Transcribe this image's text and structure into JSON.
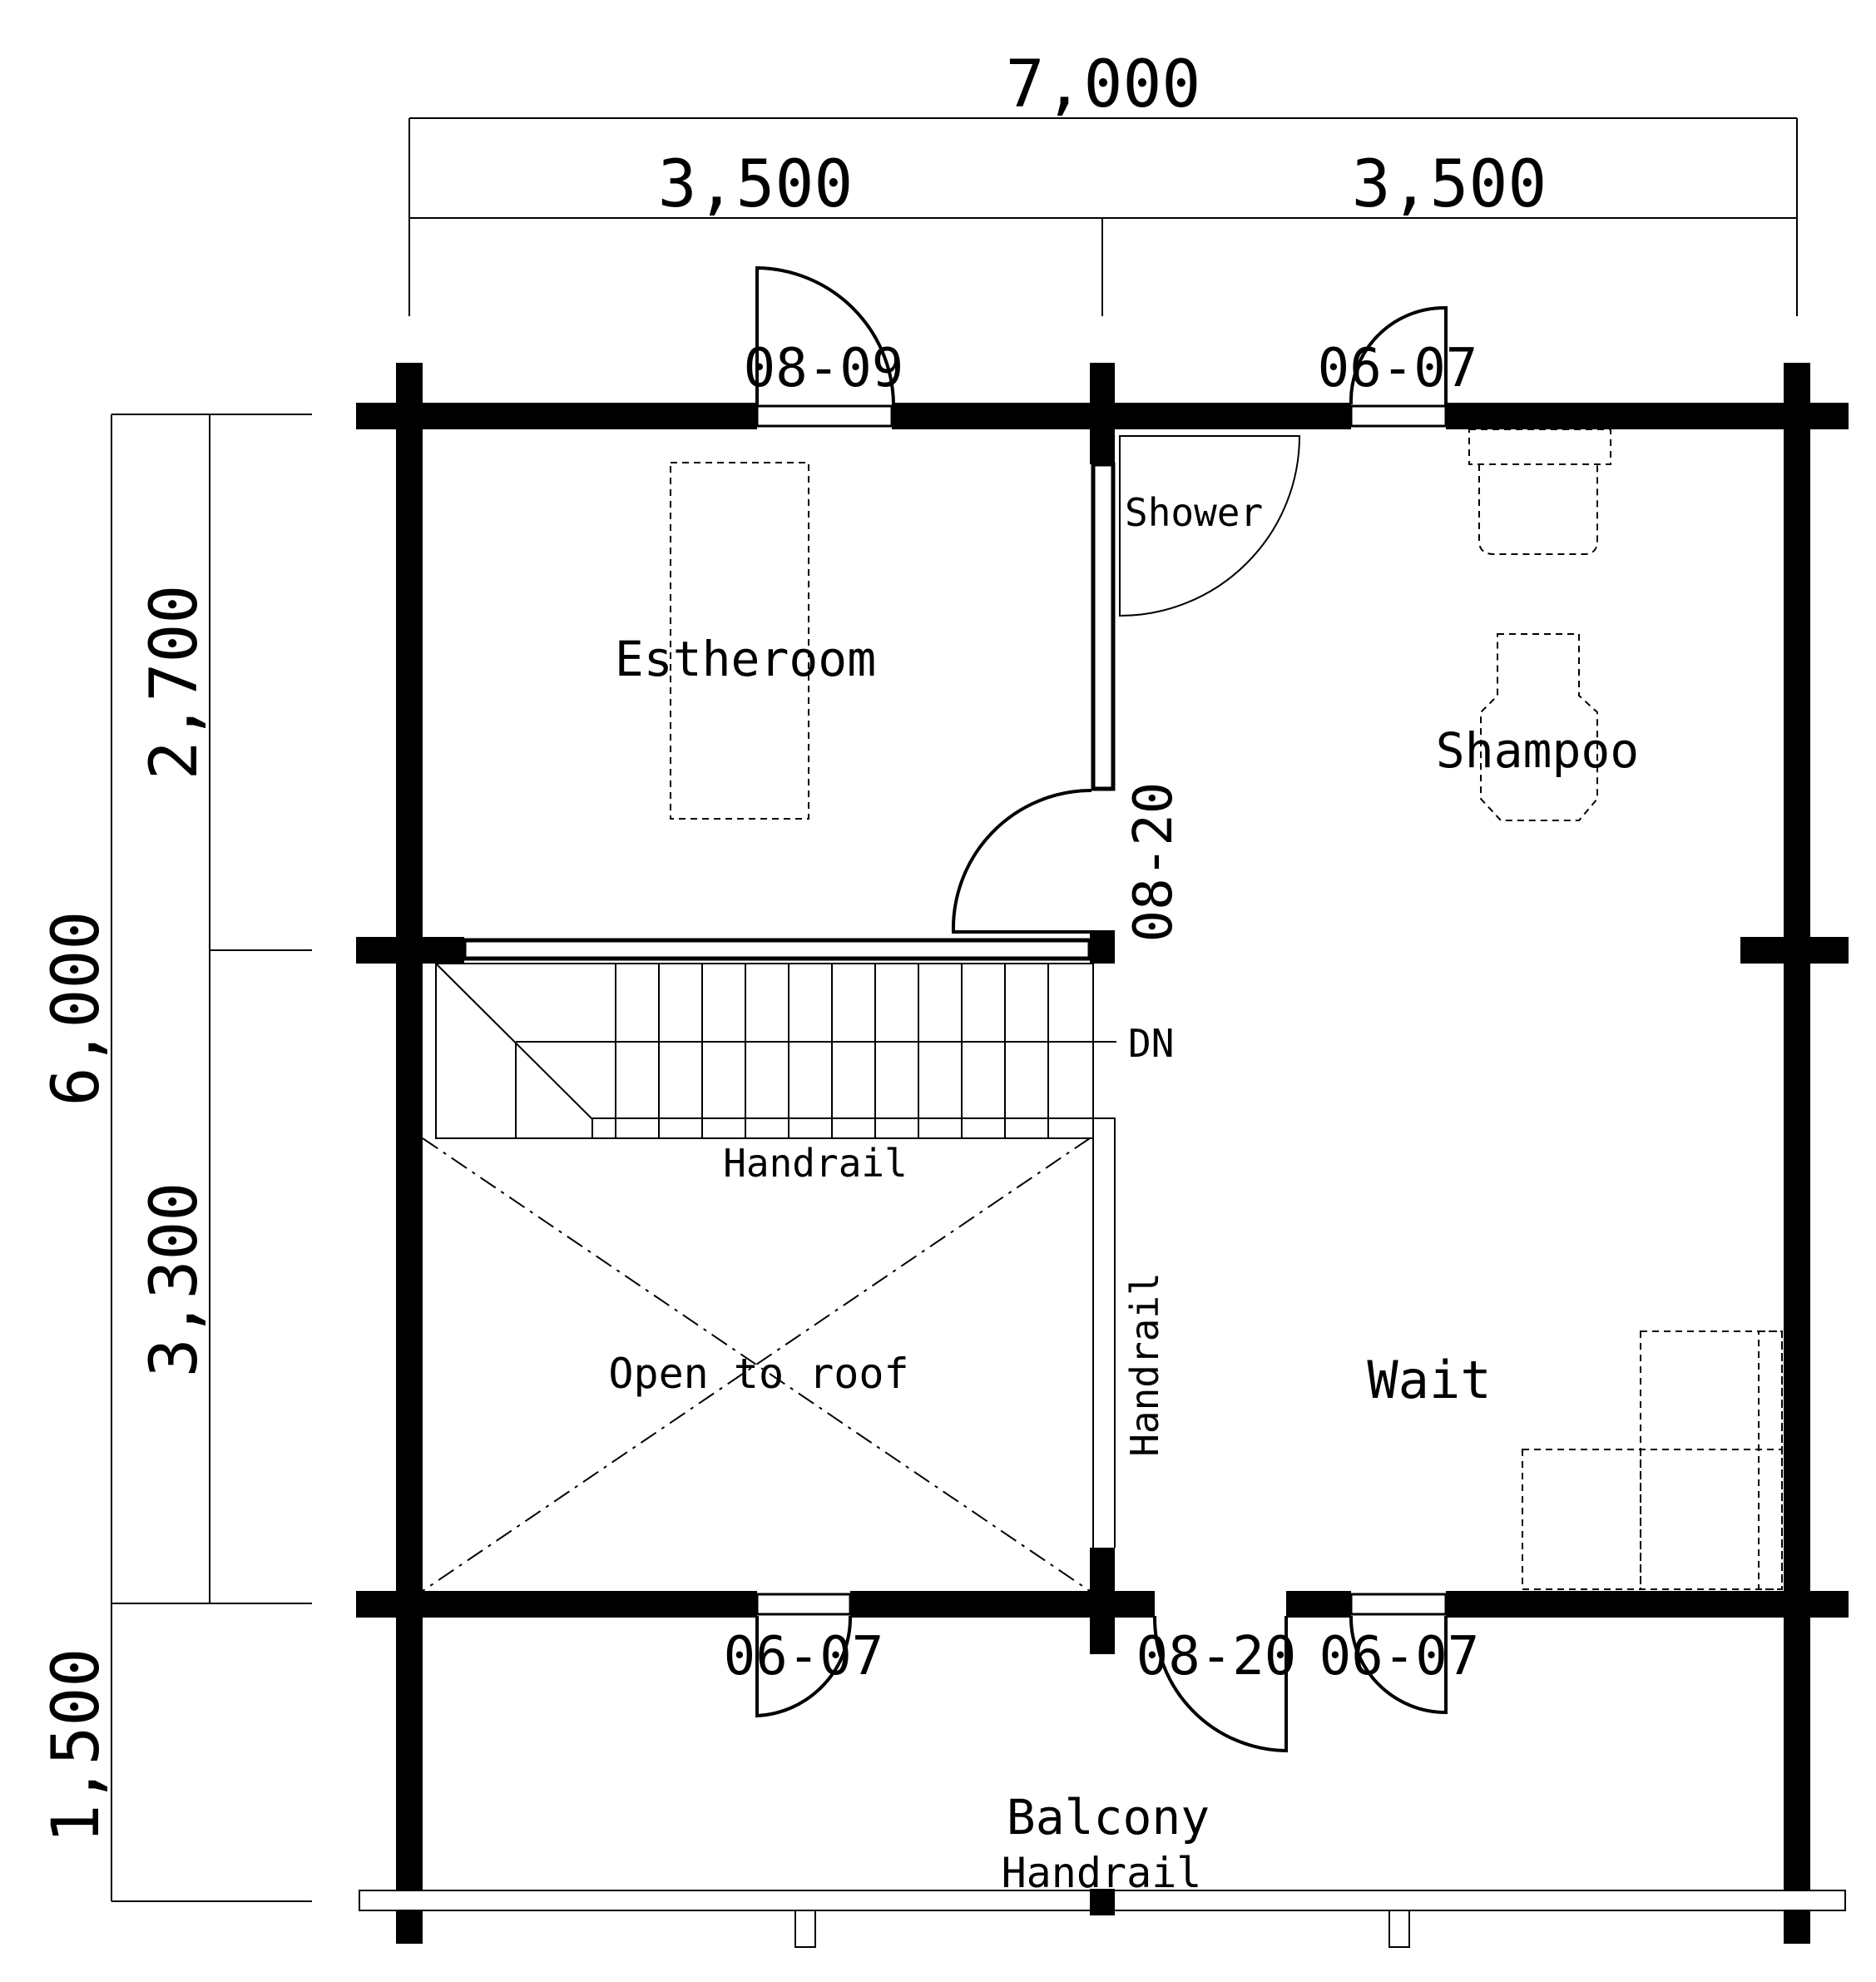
{
  "dimensions": {
    "total_width": "7,000",
    "left_width": "3,500",
    "right_width": "3,500",
    "total_height": "6,000",
    "upper_height": "2,700",
    "lower_height": "3,300",
    "balcony_depth": "1,500"
  },
  "rooms": {
    "estheroom": "Estheroom",
    "shower": "Shower",
    "shampoo": "Shampoo",
    "open_to_roof": "Open to roof",
    "wait": "Wait",
    "balcony": "Balcony"
  },
  "labels": {
    "stair_direction": "DN",
    "handrail_stair": "Handrail",
    "handrail_side": "Handrail",
    "handrail_balcony": "Handrail"
  },
  "openings": {
    "top_left_door": "08-09",
    "top_right_window": "06-07",
    "inner_door": "08-20",
    "bottom_left_window": "06-07",
    "bottom_door": "08-20",
    "bottom_right_window": "06-07"
  },
  "colors": {
    "ink": "#000000",
    "paper": "#ffffff"
  }
}
